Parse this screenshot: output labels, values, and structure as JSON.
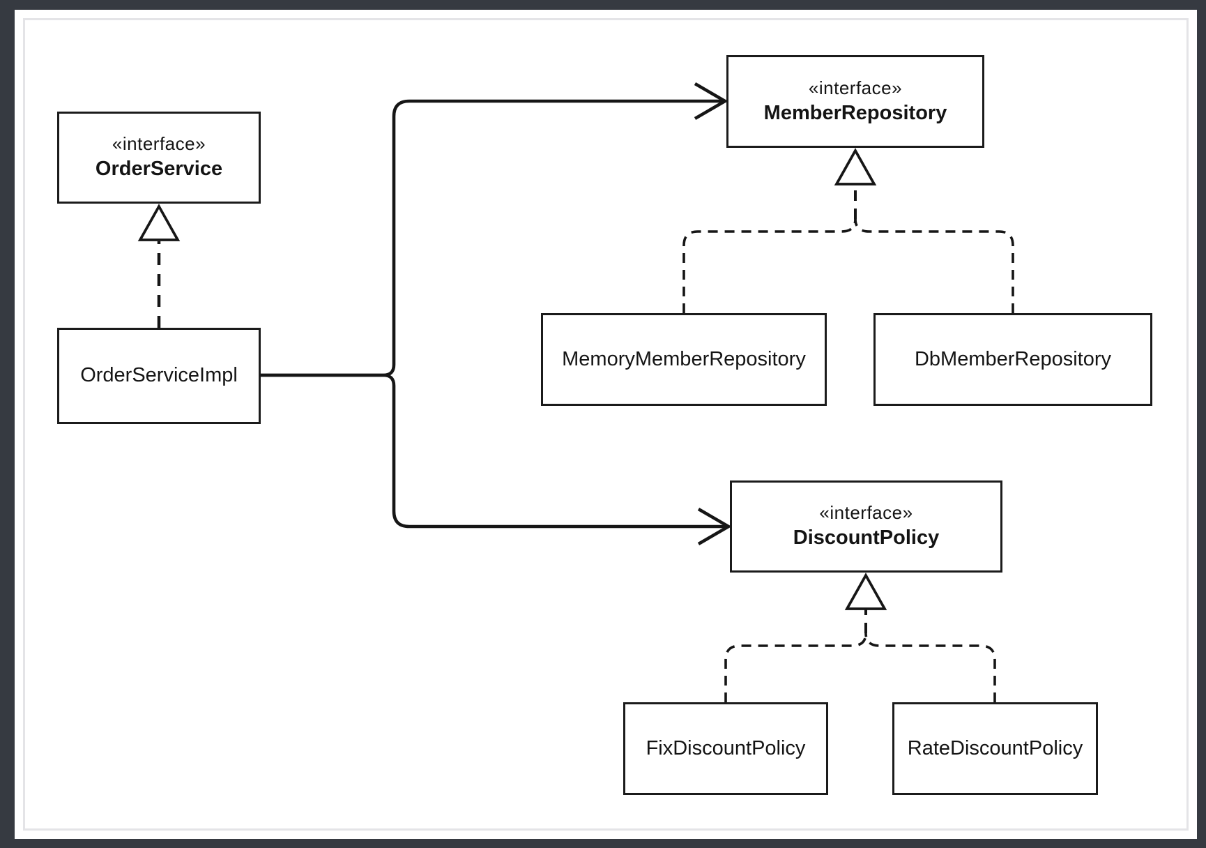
{
  "diagram": {
    "colors": {
      "frame_background": "#363a41",
      "canvas_background": "#ffffff",
      "canvas_border": "#e4e4e7",
      "line": "#161616",
      "text": "#141414"
    },
    "nodes": {
      "order_service": {
        "stereotype": "«interface»",
        "name": "OrderService"
      },
      "order_service_impl": {
        "name": "OrderServiceImpl"
      },
      "member_repository": {
        "stereotype": "«interface»",
        "name": "MemberRepository"
      },
      "memory_member_repository": {
        "name": "MemoryMemberRepository"
      },
      "db_member_repository": {
        "name": "DbMemberRepository"
      },
      "discount_policy": {
        "stereotype": "«interface»",
        "name": "DiscountPolicy"
      },
      "fix_discount_policy": {
        "name": "FixDiscountPolicy"
      },
      "rate_discount_policy": {
        "name": "RateDiscountPolicy"
      }
    },
    "relationships": [
      {
        "type": "realization",
        "from": "OrderServiceImpl",
        "to": "OrderService",
        "line": "dashed",
        "arrowhead": "hollow-triangle"
      },
      {
        "type": "realization",
        "from": "MemoryMemberRepository",
        "to": "MemberRepository",
        "line": "dashed",
        "arrowhead": "hollow-triangle"
      },
      {
        "type": "realization",
        "from": "DbMemberRepository",
        "to": "MemberRepository",
        "line": "dashed",
        "arrowhead": "hollow-triangle"
      },
      {
        "type": "realization",
        "from": "FixDiscountPolicy",
        "to": "DiscountPolicy",
        "line": "dashed",
        "arrowhead": "hollow-triangle"
      },
      {
        "type": "realization",
        "from": "RateDiscountPolicy",
        "to": "DiscountPolicy",
        "line": "dashed",
        "arrowhead": "hollow-triangle"
      },
      {
        "type": "dependency",
        "from": "OrderServiceImpl",
        "to": "MemberRepository",
        "line": "solid",
        "arrowhead": "open"
      },
      {
        "type": "dependency",
        "from": "OrderServiceImpl",
        "to": "DiscountPolicy",
        "line": "solid",
        "arrowhead": "open"
      }
    ]
  }
}
